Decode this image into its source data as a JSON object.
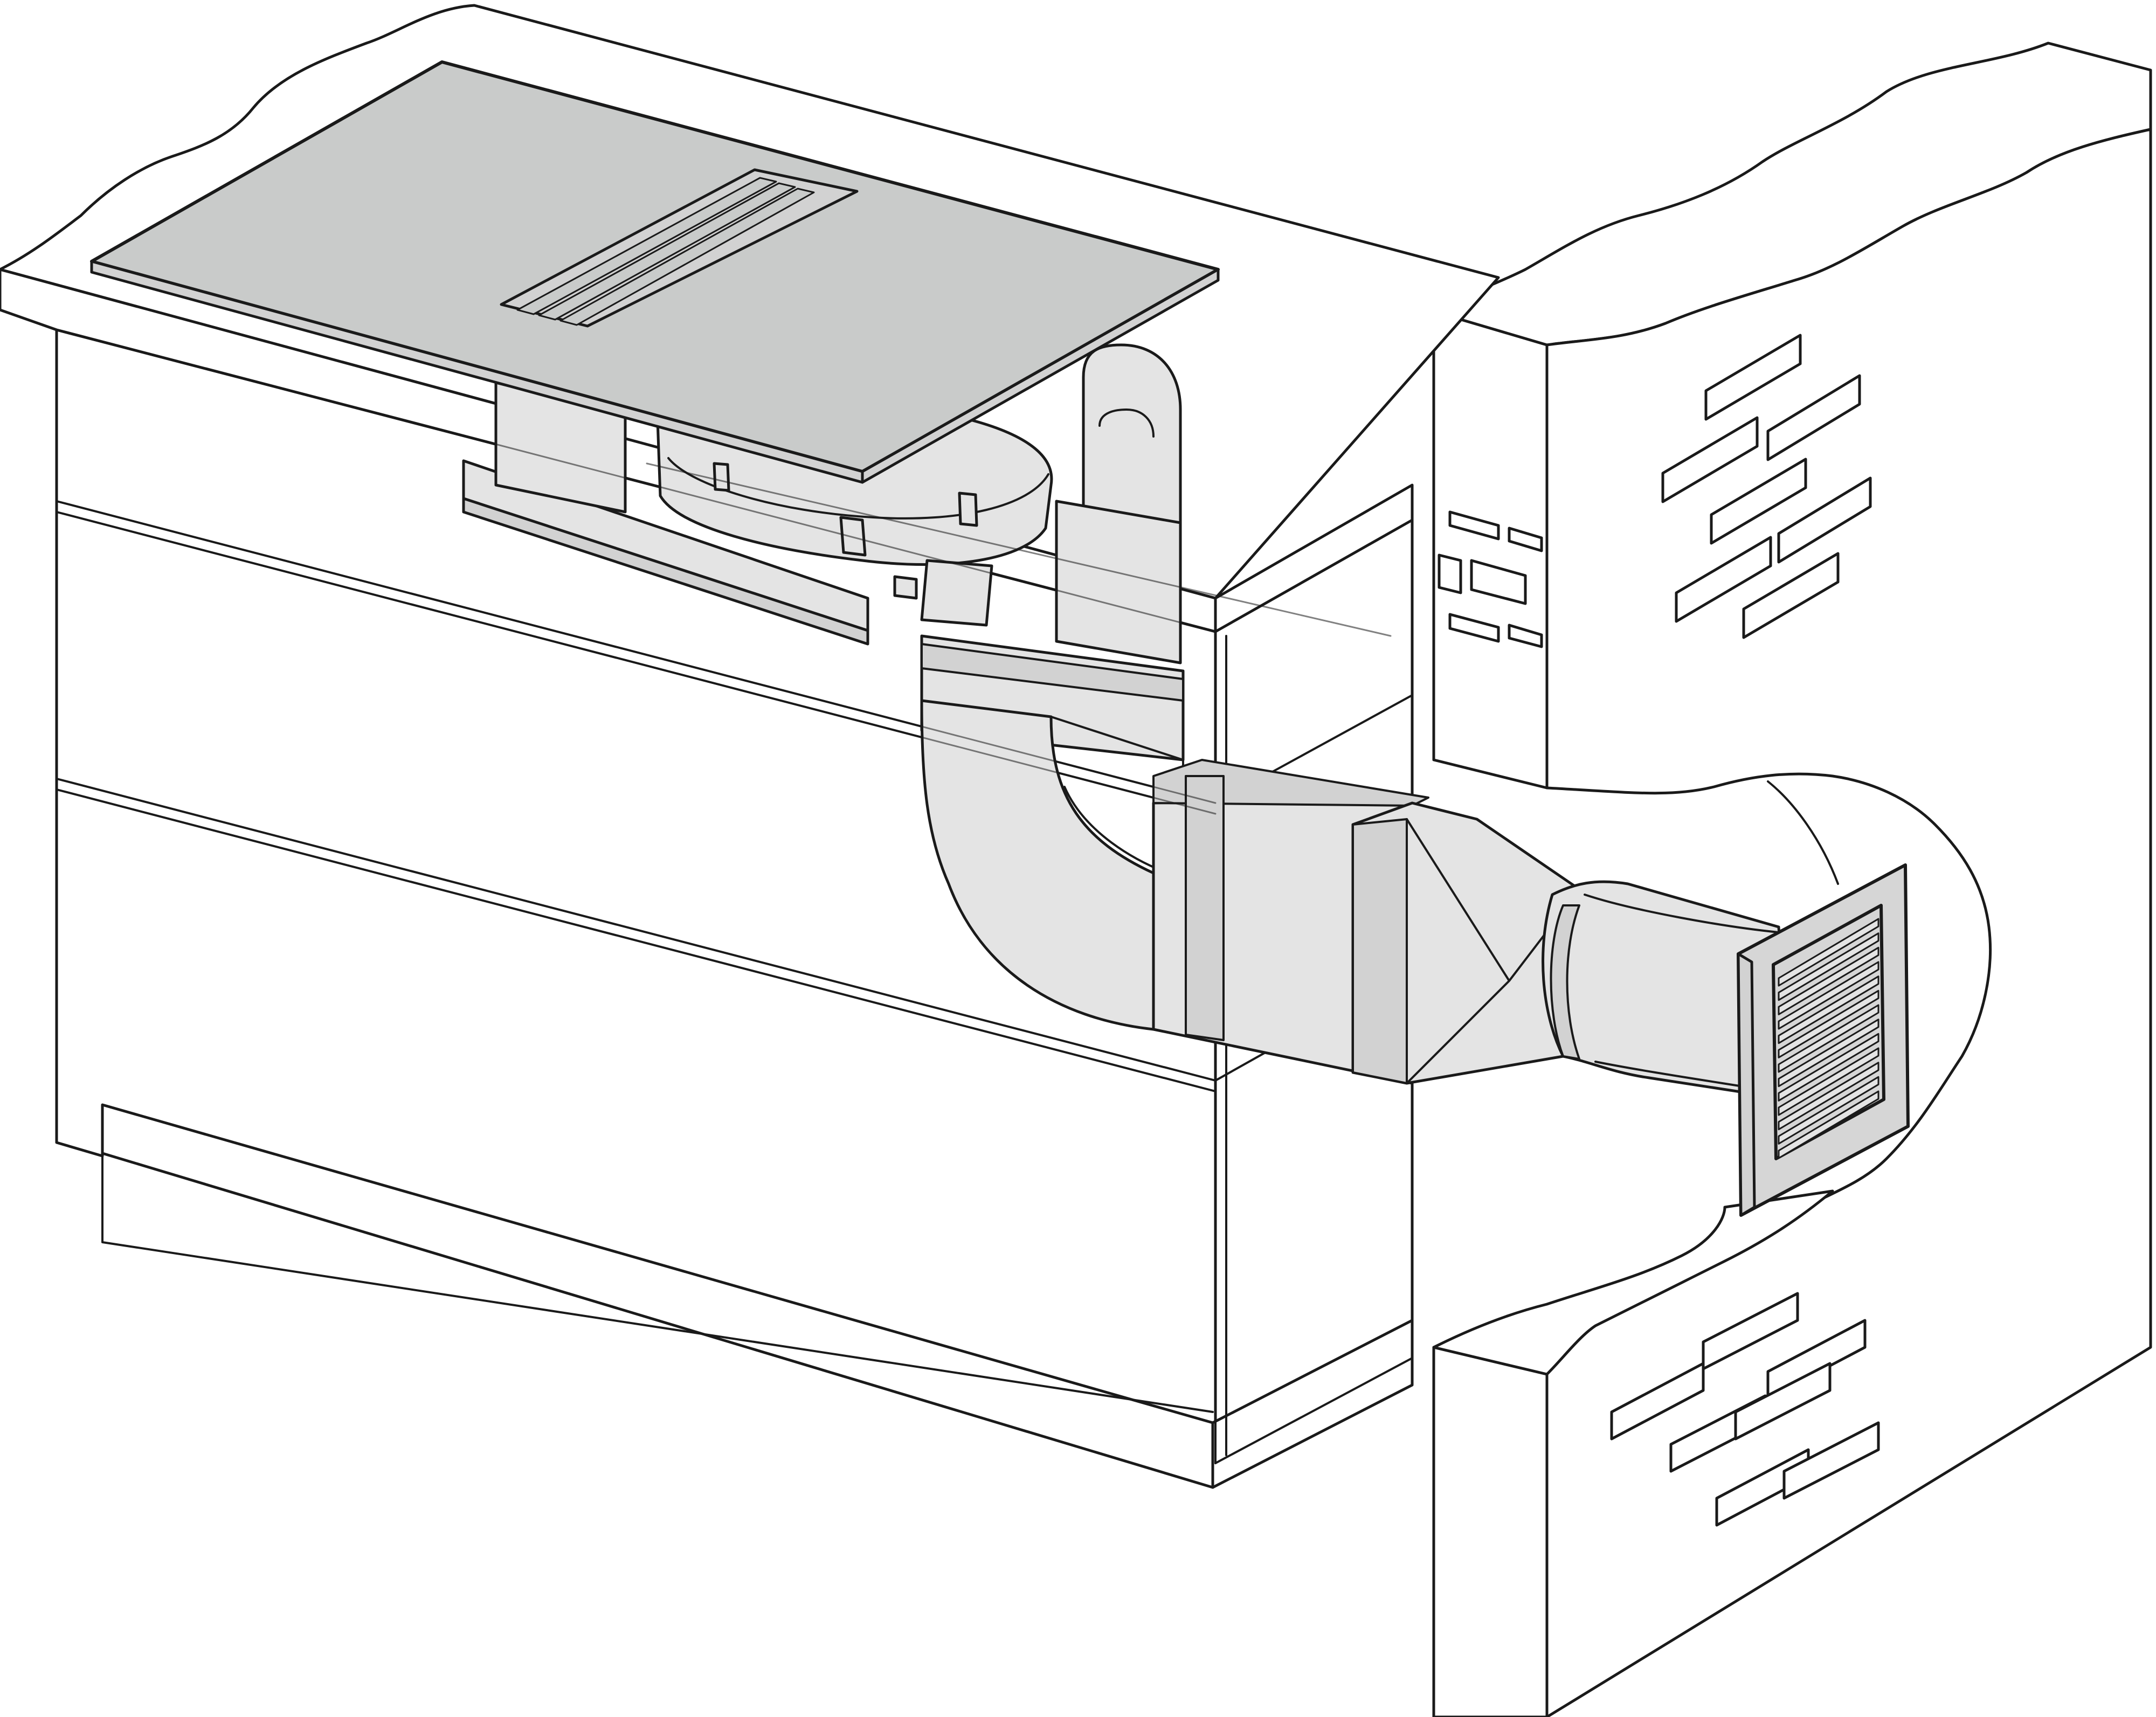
{
  "figure": {
    "kind": "technical line illustration",
    "subject": "downdraft-hob-ducted-extraction-through-wall",
    "printed_text": []
  },
  "palette": {
    "background": "#ffffff",
    "line": "#1a1a1a",
    "hob_glass": "#c9cbca",
    "duct_fill": "#e4e4e4",
    "duct_shadow": "#d2d2d2",
    "grille_fill": "#d6d6d6",
    "counter_fill": "#ffffff",
    "wall_fill": "#ffffff"
  },
  "parts": [
    {
      "id": "worktop",
      "icon": "worktop-shape"
    },
    {
      "id": "cabinet",
      "icon": "cabinet-shape"
    },
    {
      "id": "drawer-fronts",
      "icon": "drawer-lines"
    },
    {
      "id": "hob",
      "icon": "glass-hob-panel"
    },
    {
      "id": "extractor-vent",
      "icon": "slot-vent-grille"
    },
    {
      "id": "fan-module",
      "icon": "fan-housing"
    },
    {
      "id": "vertical-duct",
      "icon": "flat-duct-bend"
    },
    {
      "id": "horizontal-duct",
      "icon": "flat-duct-straight"
    },
    {
      "id": "duct-adapter",
      "icon": "flat-to-round-adapter"
    },
    {
      "id": "round-duct",
      "icon": "round-duct-sleeve"
    },
    {
      "id": "wall-grille",
      "icon": "louvered-wall-grille"
    },
    {
      "id": "brick-wall",
      "icon": "brick-wall-cutaway"
    }
  ]
}
